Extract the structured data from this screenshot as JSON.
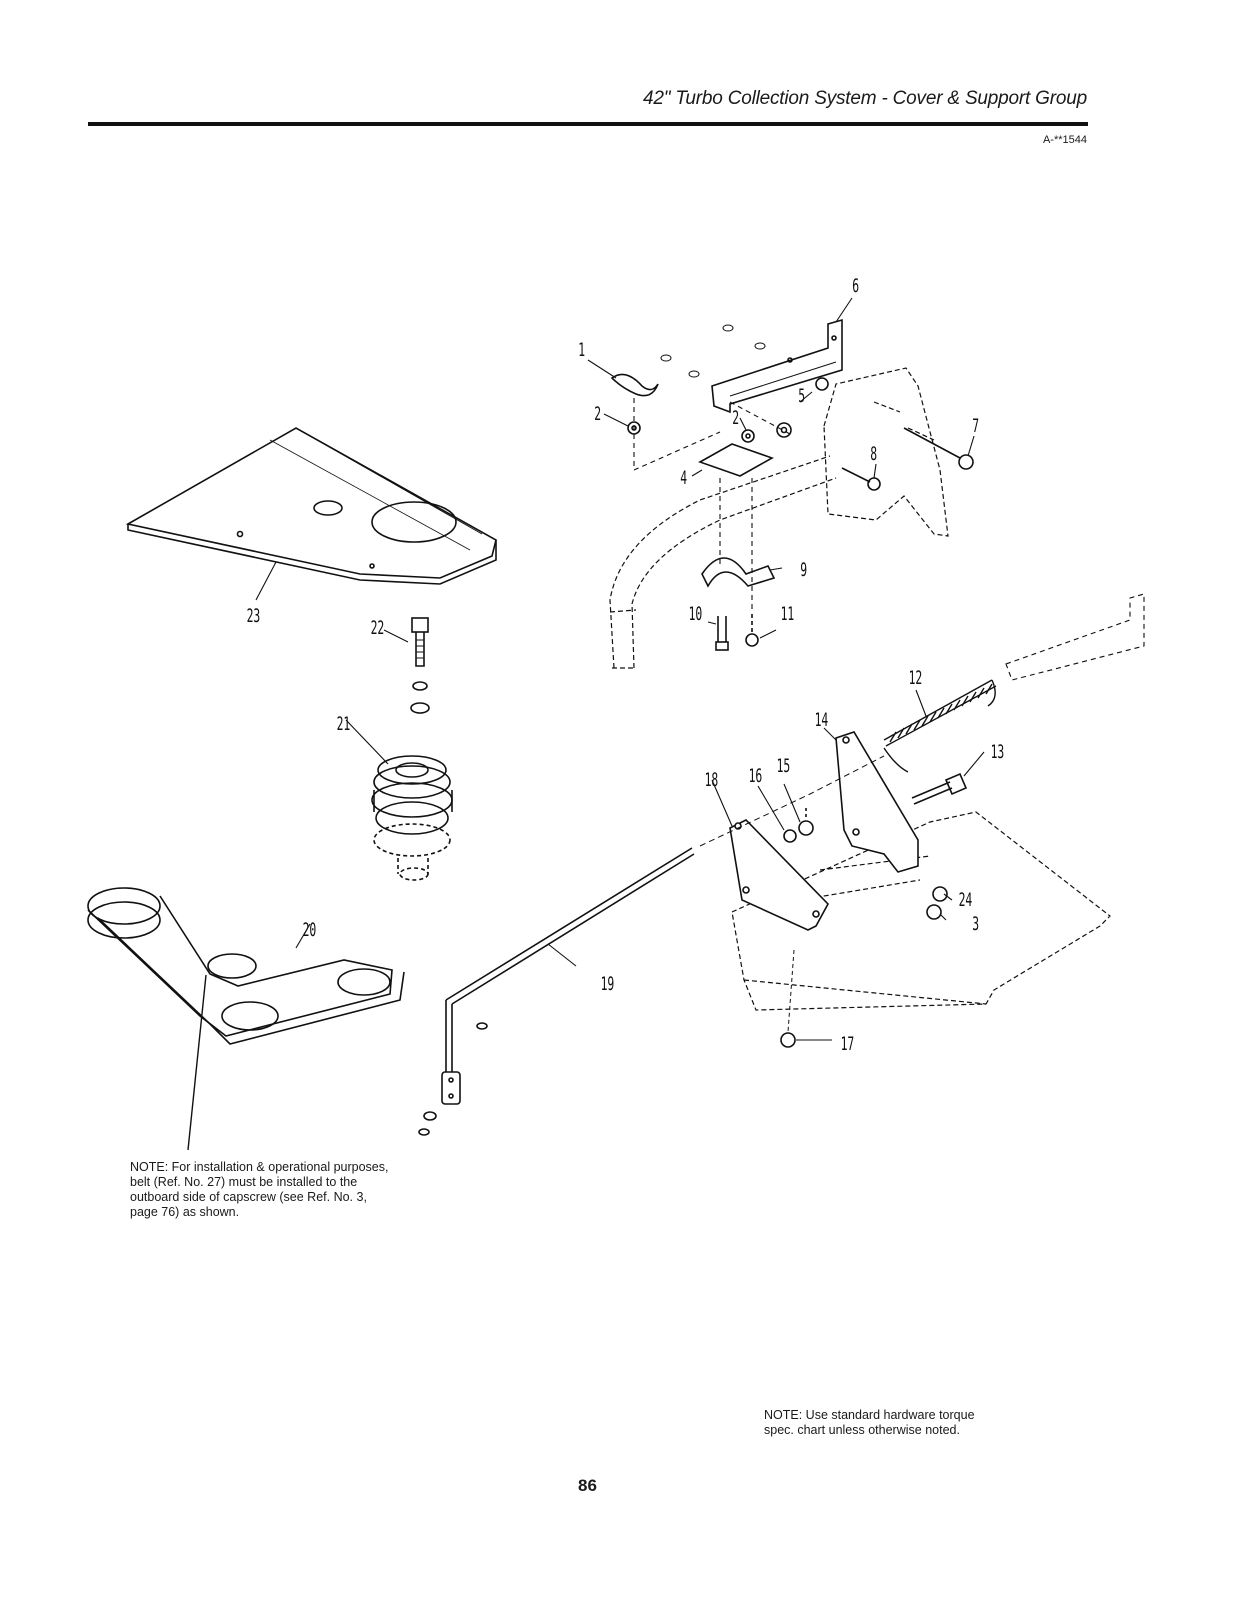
{
  "header": {
    "title": "42\" Turbo Collection System - Cover & Support Group",
    "diagram_code": "A-**1544"
  },
  "callouts": [
    "1",
    "2",
    "2",
    "3",
    "4",
    "5",
    "6",
    "7",
    "8",
    "9",
    "10",
    "11",
    "12",
    "13",
    "14",
    "15",
    "16",
    "17",
    "18",
    "19",
    "20",
    "21",
    "22",
    "23",
    "24"
  ],
  "notes": {
    "belt": "NOTE: For installation & operational purposes, belt (Ref. No. 27) must be installed to the outboard side of capscrew (see Ref. No. 3, page 76) as shown.",
    "torque": "NOTE: Use standard hardware torque spec. chart unless otherwise noted."
  },
  "footer": {
    "page_number": "86"
  }
}
